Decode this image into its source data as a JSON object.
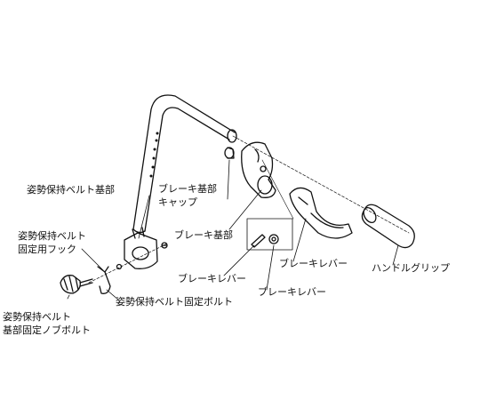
{
  "labels": {
    "brake_base_cap": [
      "ブレーキ基部",
      "キャップ"
    ],
    "brake_base": "ブレーキ基部",
    "posture_belt_base": "姿勢保持ベルト基部",
    "posture_belt_hook": [
      "姿勢保持ベルト",
      "固定用フック"
    ],
    "posture_belt_bolt": "姿勢保持ベルト固定ボルト",
    "posture_belt_knob_bolt": [
      "姿勢保持ベルト",
      "基部固定ノブボルト"
    ],
    "brake_lever_pin": "ブレーキレバー",
    "brake_lever_washer": "ブレーキレバー",
    "brake_lever": "ブレーキレバー",
    "handle_grip": "ハンドルグリップ"
  }
}
